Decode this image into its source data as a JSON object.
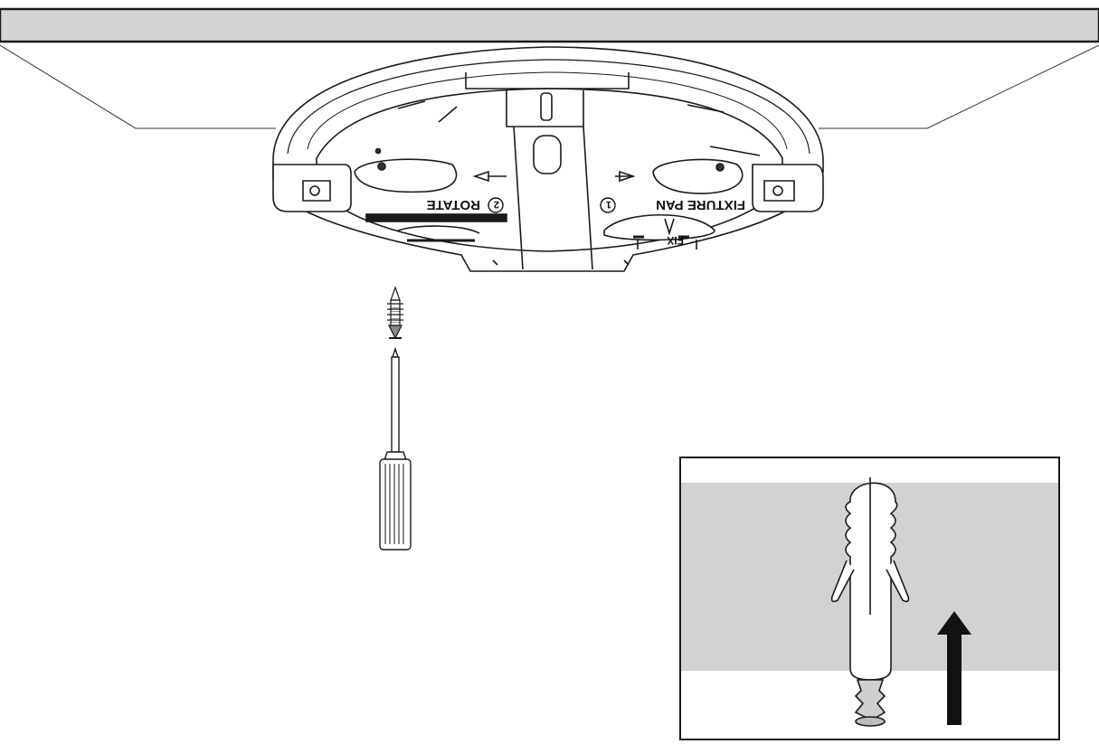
{
  "diagram": {
    "labels": {
      "rotate": "ROTATE",
      "rotate_step": "2",
      "pan": "FIXTURE PAN",
      "pan_step": "1",
      "fix": "FIX"
    },
    "icons": [
      "ceiling-plate",
      "mount-bracket",
      "screw-icon",
      "screwdriver-icon",
      "wall-anchor-icon",
      "up-arrow-icon"
    ],
    "colors": {
      "line": "#1a1a1a",
      "ceiling_fill": "#d4d4d4",
      "inset_band": "#d2d2d2",
      "background": "#ffffff"
    }
  }
}
